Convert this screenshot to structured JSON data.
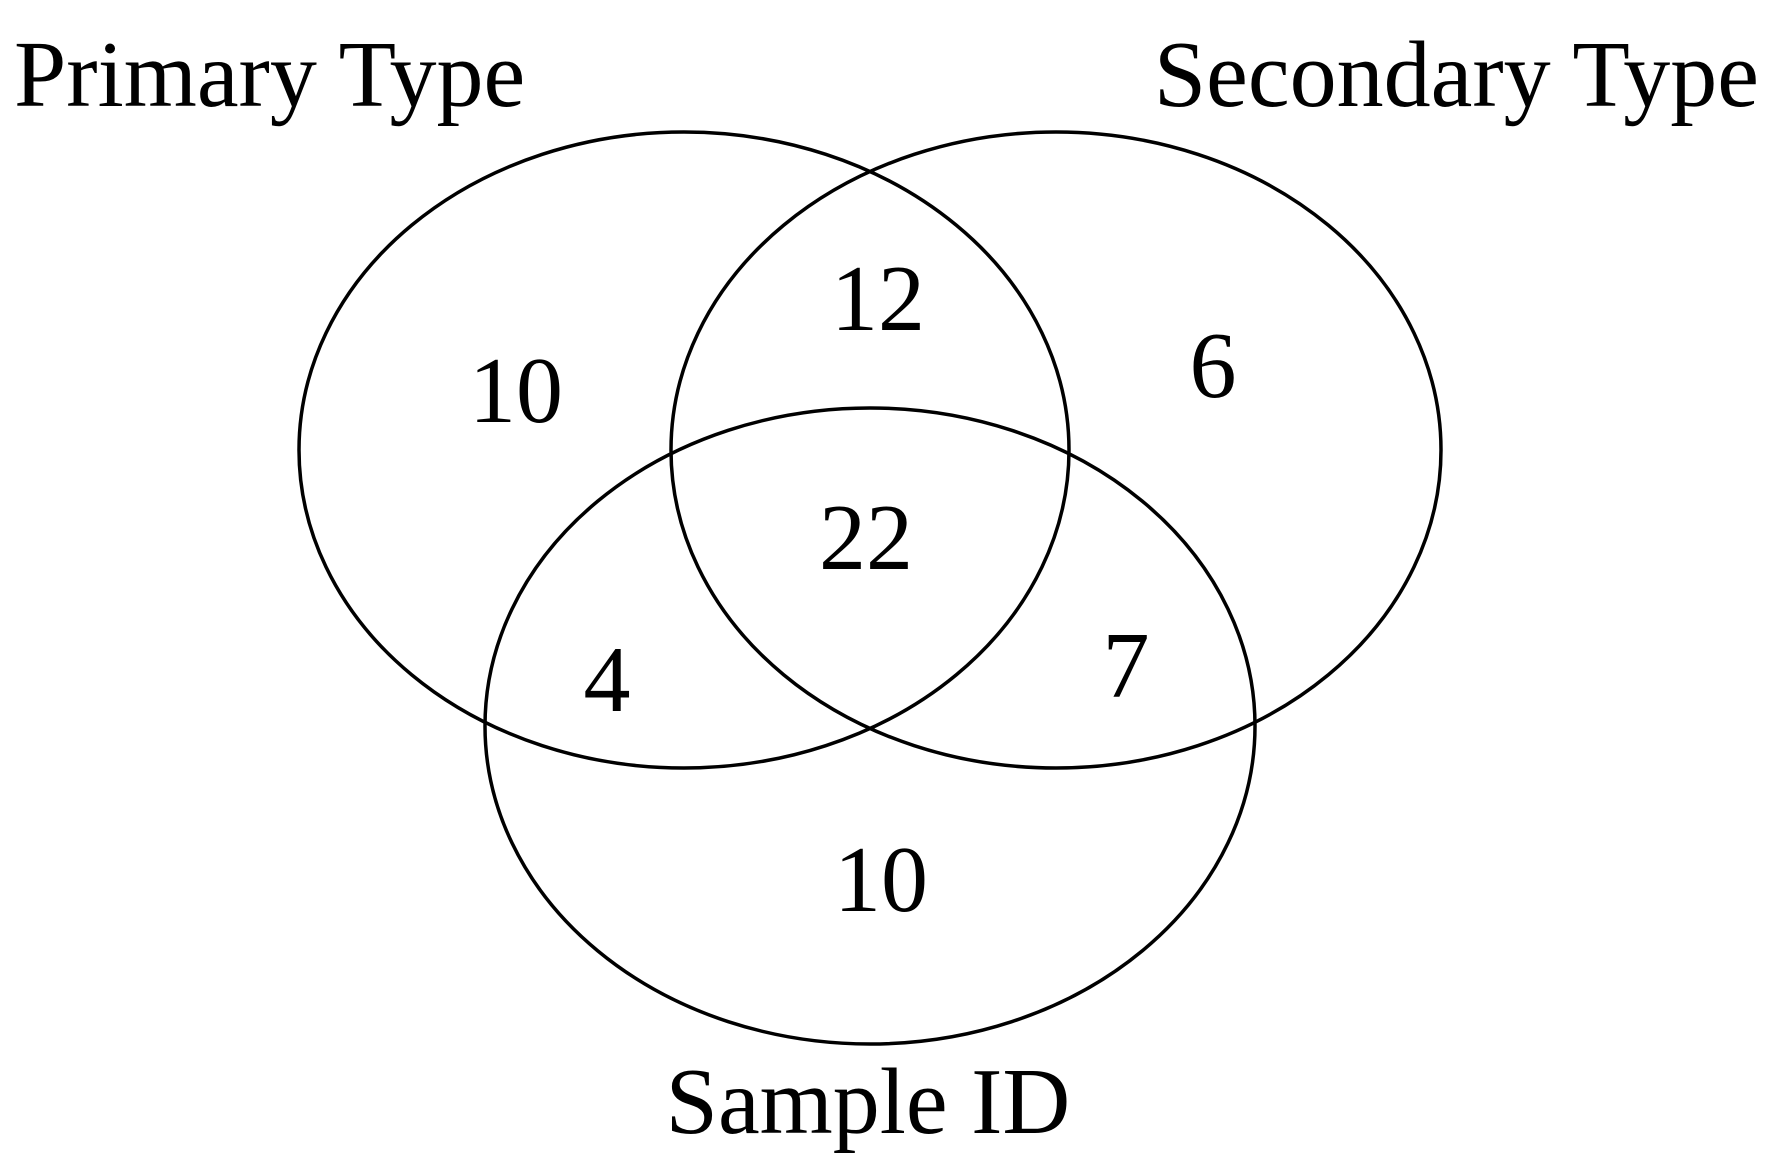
{
  "venn": {
    "title": "",
    "background_color": "#ffffff",
    "stroke_color": "#000000",
    "sets": {
      "primary": {
        "label": "Primary Type"
      },
      "secondary": {
        "label": "Secondary Type"
      },
      "sample": {
        "label": "Sample ID"
      }
    },
    "regions": {
      "primary_only": "10",
      "primary_secondary": "12",
      "secondary_only": "6",
      "all_three": "22",
      "primary_sample": "4",
      "secondary_sample": "7",
      "sample_only": "10"
    }
  },
  "chart_data": {
    "type": "venn",
    "sets": [
      "Primary Type",
      "Secondary Type",
      "Sample ID"
    ],
    "region_values": {
      "Primary Type only": 10,
      "Secondary Type only": 6,
      "Sample ID only": 10,
      "Primary Type & Secondary Type": 12,
      "Primary Type & Sample ID": 4,
      "Secondary Type & Sample ID": 7,
      "Primary Type & Secondary Type & Sample ID": 22
    },
    "legend_position": "none",
    "grid": false
  }
}
